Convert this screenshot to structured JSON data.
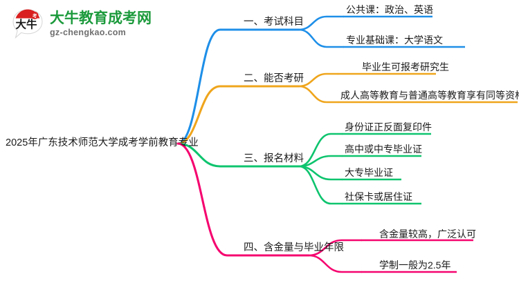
{
  "logo": {
    "mark_icon": "speech-bubble-logo-icon",
    "mark_text": "大牛",
    "title": "大牛教育成考网",
    "subtitle": "gz-chengkao.com",
    "title_color": "#1c9a3c",
    "mark_color": "#d91f1f"
  },
  "mindmap": {
    "root": {
      "label": "2025年广东技术师范大学成考学前教育专业"
    },
    "branches": [
      {
        "label": "一、考试科目",
        "color": "#1e8fe8",
        "leaves": [
          {
            "label": "公共课：政治、英语"
          },
          {
            "label": "专业基础课：大学语文"
          }
        ]
      },
      {
        "label": "二、能否考研",
        "color": "#efa51c",
        "leaves": [
          {
            "label": "毕业生可报考研究生"
          },
          {
            "label": "成人高等教育与普通高等教育享有同等资格"
          }
        ]
      },
      {
        "label": "三、报名材料",
        "color": "#0ec46e",
        "leaves": [
          {
            "label": "身份证正反面复印件"
          },
          {
            "label": "高中或中专毕业证"
          },
          {
            "label": "大专毕业证"
          },
          {
            "label": "社保卡或居住证"
          }
        ]
      },
      {
        "label": "四、含金量与毕业年限",
        "color": "#f5046f",
        "leaves": [
          {
            "label": "含金量较高，广泛认可"
          },
          {
            "label": "学制一般为2.5年"
          }
        ]
      }
    ]
  }
}
